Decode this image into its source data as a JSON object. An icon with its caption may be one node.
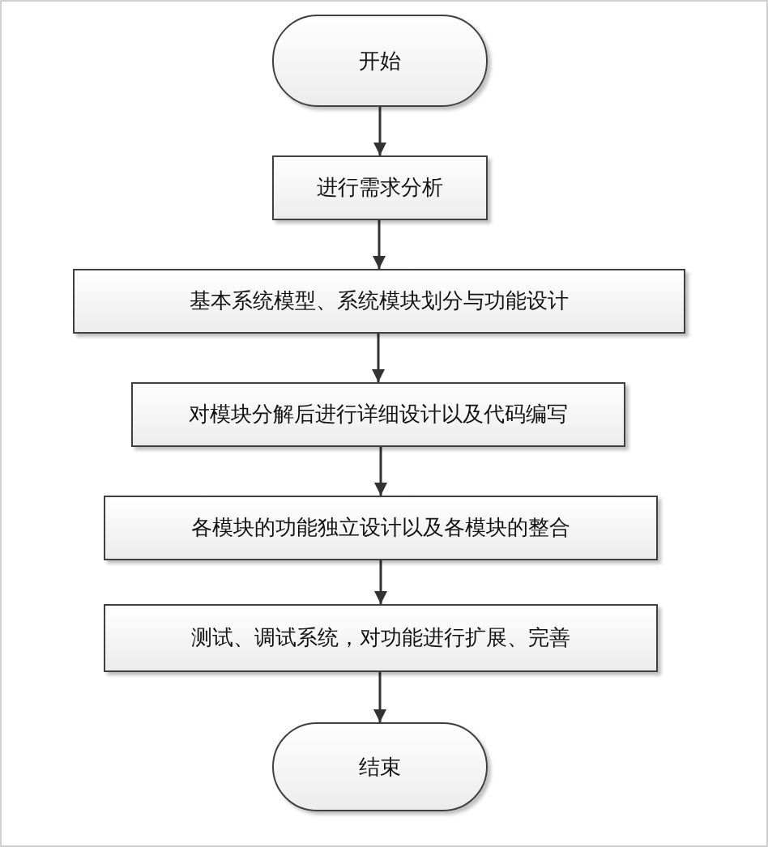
{
  "diagram": {
    "nodes": [
      {
        "text": [
          "开始"
        ]
      },
      {
        "text": [
          "进行需求分析"
        ]
      },
      {
        "text": [
          "基本系统模型、系统模块划分与功能设计"
        ]
      },
      {
        "text": [
          "对模块分解后进行详细设计以及代码编写"
        ]
      },
      {
        "text": [
          "各模块的功能独立设计以及各模块的整合"
        ]
      },
      {
        "text": [
          "测试、调试系统，对功能进行扩展、完善"
        ]
      },
      {
        "text": [
          "结束"
        ]
      }
    ],
    "edges": [
      {
        "from": 0,
        "to": 1,
        "arrow": "to"
      },
      {
        "from": 1,
        "to": 2,
        "arrow": "to"
      },
      {
        "from": 2,
        "to": 3,
        "arrow": "to"
      },
      {
        "from": 3,
        "to": 4,
        "arrow": "to"
      },
      {
        "from": 4,
        "to": 5,
        "arrow": "to"
      },
      {
        "from": 5,
        "to": 6,
        "arrow": "to"
      }
    ]
  }
}
